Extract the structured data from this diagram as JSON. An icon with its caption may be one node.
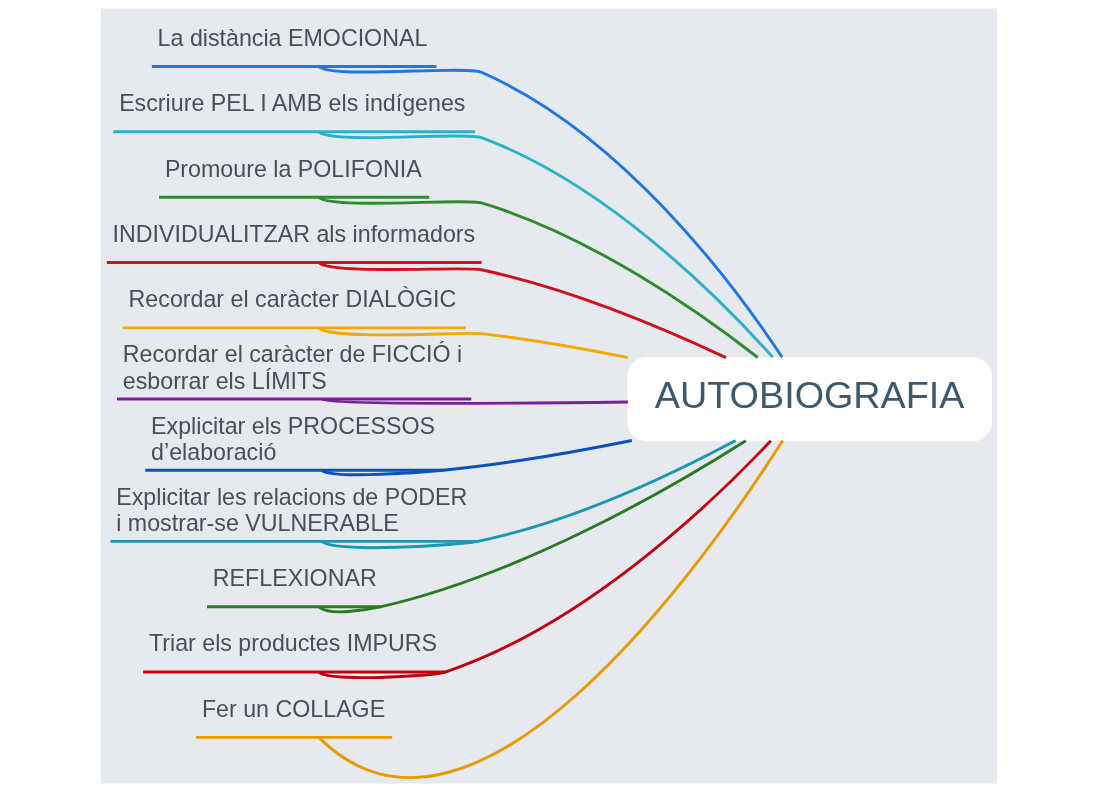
{
  "diagram": {
    "nodes": [
      {
        "text": [
          "AUTOBIOGRAFIA"
        ]
      },
      {
        "text": [
          "La distància EMOCIONAL"
        ]
      },
      {
        "text": [
          "Escriure PEL I AMB els indígenes"
        ]
      },
      {
        "text": [
          "Promoure la POLIFONIA"
        ]
      },
      {
        "text": [
          "INDIVIDUALITZAR als informadors"
        ]
      },
      {
        "text": [
          "Recordar el caràcter DIALÒGIC"
        ]
      },
      {
        "text": [
          "Recordar el caràcter de FICCIÓ i esborrar els LÍMITS"
        ]
      },
      {
        "text": [
          "Explicitar els PROCESSOS d’elaboració"
        ]
      },
      {
        "text": [
          "Explicitar les relacions de PODER i mostrar-se VULNERABLE"
        ]
      },
      {
        "text": [
          "REFLEXIONAR"
        ]
      },
      {
        "text": [
          "Triar els productes IMPURS"
        ]
      },
      {
        "text": [
          "Fer un COLLAGE"
        ]
      }
    ],
    "edges": [
      {
        "from": 0,
        "to": 1,
        "arrow": "none",
        "color": "#1f77e0"
      },
      {
        "from": 0,
        "to": 2,
        "arrow": "none",
        "color": "#2ab0c8"
      },
      {
        "from": 0,
        "to": 3,
        "arrow": "none",
        "color": "#2e8b2e"
      },
      {
        "from": 0,
        "to": 4,
        "arrow": "none",
        "color": "#d0101e"
      },
      {
        "from": 0,
        "to": 5,
        "arrow": "none",
        "color": "#f5a800"
      },
      {
        "from": 0,
        "to": 6,
        "arrow": "none",
        "color": "#7b1f9a"
      },
      {
        "from": 0,
        "to": 7,
        "arrow": "none",
        "color": "#0a50c0"
      },
      {
        "from": 0,
        "to": 8,
        "arrow": "none",
        "color": "#1a98b0"
      },
      {
        "from": 0,
        "to": 9,
        "arrow": "none",
        "color": "#2a7a20"
      },
      {
        "from": 0,
        "to": 10,
        "arrow": "none",
        "color": "#c00010"
      },
      {
        "from": 0,
        "to": 11,
        "arrow": "none",
        "color": "#e89a00"
      }
    ]
  }
}
